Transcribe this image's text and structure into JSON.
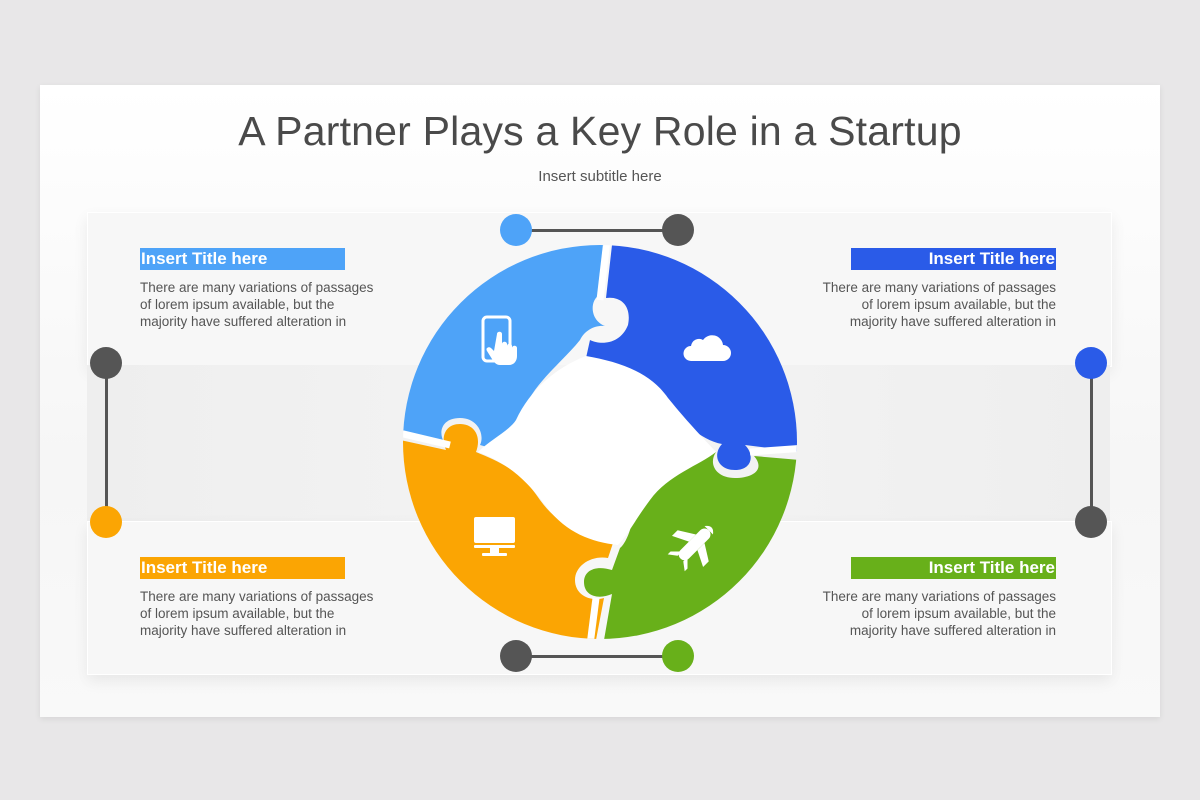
{
  "slide": {
    "title": "A Partner Plays a Key Role in a Startup",
    "subtitle": "Insert subtitle here"
  },
  "colors": {
    "light_blue": "#4ea3f8",
    "dark_blue": "#2a5be8",
    "orange": "#fba503",
    "green": "#68b01a",
    "connector_gray": "#555555",
    "text_gray": "#555555"
  },
  "segments": [
    {
      "position": "top-left",
      "color": "#4ea3f8",
      "icon": "touch-tablet-icon",
      "title": "Insert Title here",
      "body": [
        "There are many variations of passages",
        "of lorem ipsum available, but the",
        "majority have suffered alteration in"
      ]
    },
    {
      "position": "top-right",
      "color": "#2a5be8",
      "icon": "cloud-icon",
      "title": "Insert Title here",
      "body": [
        "There are many variations of passages",
        "of lorem ipsum available, but the",
        "majority have suffered alteration in"
      ]
    },
    {
      "position": "bottom-left",
      "color": "#fba503",
      "icon": "monitor-icon",
      "title": "Insert Title here",
      "body": [
        "There are many variations of passages",
        "of lorem ipsum available, but the",
        "majority have suffered alteration in"
      ]
    },
    {
      "position": "bottom-right",
      "color": "#68b01a",
      "icon": "airplane-icon",
      "title": "Insert Title here",
      "body": [
        "There are many variations of passages",
        "of lorem ipsum available, but the",
        "majority have suffered alteration in"
      ]
    }
  ],
  "connectors": [
    {
      "name": "top",
      "from": "#4ea3f8",
      "to": "#555555"
    },
    {
      "name": "right",
      "from": "#2a5be8",
      "to": "#555555"
    },
    {
      "name": "bottom",
      "from": "#555555",
      "to": "#68b01a"
    },
    {
      "name": "left",
      "from": "#555555",
      "to": "#fba503"
    }
  ]
}
